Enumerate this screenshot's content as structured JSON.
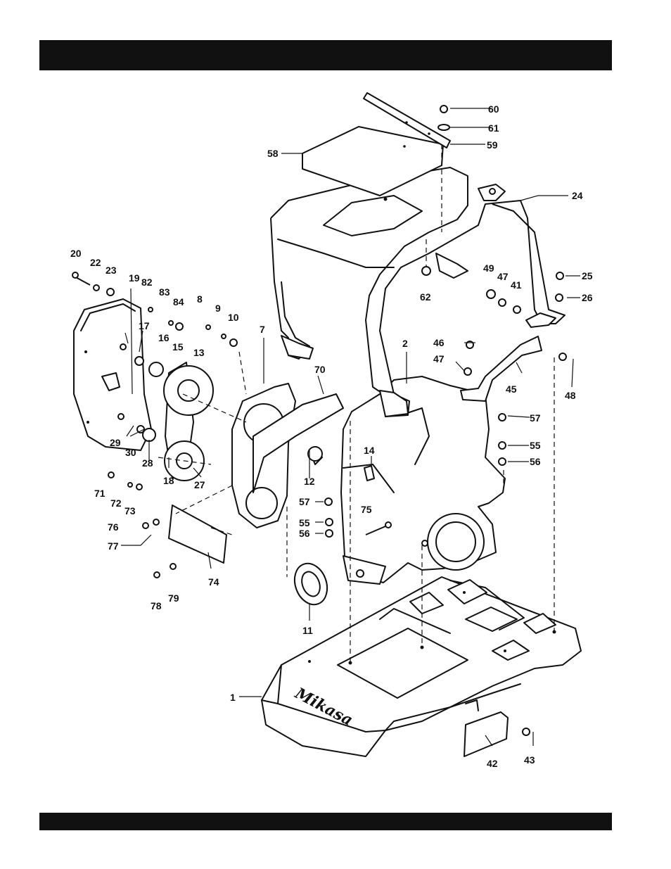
{
  "logo_text": "Mikasa",
  "callouts": {
    "p1": "1",
    "p2": "2",
    "p7": "7",
    "p8": "8",
    "p9": "9",
    "p10": "10",
    "p11": "11",
    "p12": "12",
    "p13": "13",
    "p14": "14",
    "p15": "15",
    "p16": "16",
    "p17": "17",
    "p18": "18",
    "p19": "19",
    "p20": "20",
    "p22": "22",
    "p23": "23",
    "p24": "24",
    "p25": "25",
    "p26": "26",
    "p27": "27",
    "p28": "28",
    "p29": "29",
    "p30": "30",
    "p41": "41",
    "p42": "42",
    "p43": "43",
    "p45": "45",
    "p46": "46",
    "p47a": "47",
    "p47b": "47",
    "p48": "48",
    "p49": "49",
    "p55a": "55",
    "p55b": "55",
    "p56a": "56",
    "p56b": "56",
    "p57a": "57",
    "p57b": "57",
    "p58": "58",
    "p59": "59",
    "p60": "60",
    "p61": "61",
    "p62": "62",
    "p70": "70",
    "p71": "71",
    "p72": "72",
    "p73": "73",
    "p74": "74",
    "p75": "75",
    "p76": "76",
    "p77": "77",
    "p78": "78",
    "p79": "79",
    "p82": "82",
    "p83": "83",
    "p84": "84"
  }
}
